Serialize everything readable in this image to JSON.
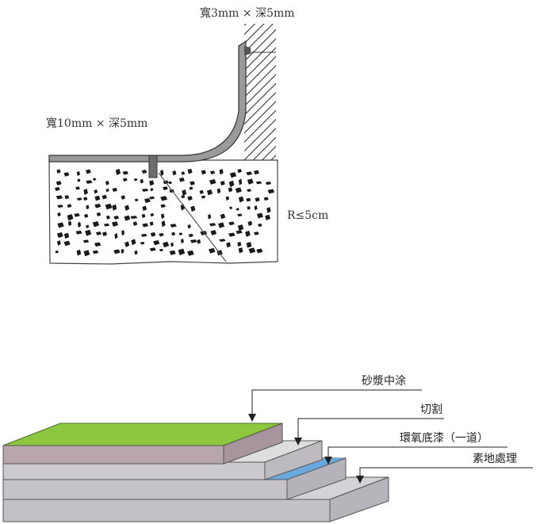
{
  "top_diagram": {
    "label_top": "寬3mm × 深5mm",
    "label_left": "寬10mm × 深5mm",
    "label_radius": "R≤5cm"
  },
  "bottom_diagram": {
    "layers": [
      {
        "label": "砂漿中涂"
      },
      {
        "label": "切割"
      },
      {
        "label": "環氧底漆（一道）"
      },
      {
        "label": "素地處理"
      }
    ]
  },
  "colors": {
    "topcoat": "#8dc63f",
    "primer": "#6aa8e0",
    "slab_face": "#c8c4cc",
    "mortar_face": "#b9a6ad",
    "cut_face": "#dcdcdc"
  }
}
